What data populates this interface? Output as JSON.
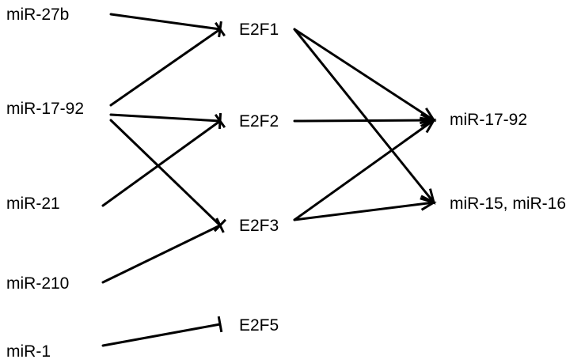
{
  "diagram": {
    "type": "regulatory-network",
    "colors": {
      "line": "#000000",
      "background": "#ffffff"
    },
    "nodes": [
      {
        "id": "mir27b",
        "label": "miR-27b"
      },
      {
        "id": "mir1792a",
        "label": "miR-17-92"
      },
      {
        "id": "mir21",
        "label": "miR-21"
      },
      {
        "id": "mir210",
        "label": "miR-210"
      },
      {
        "id": "mir1",
        "label": "miR-1"
      },
      {
        "id": "e2f1",
        "label": "E2F1"
      },
      {
        "id": "e2f2",
        "label": "E2F2"
      },
      {
        "id": "e2f3",
        "label": "E2F3"
      },
      {
        "id": "e2f5",
        "label": "E2F5"
      },
      {
        "id": "mir1792b",
        "label": "miR-17-92"
      },
      {
        "id": "mir1516",
        "label": "miR-15, miR-16"
      }
    ],
    "edges": [
      {
        "from": "mir27b",
        "to": "e2f1",
        "type": "inhibition"
      },
      {
        "from": "mir1792a",
        "to": "e2f1",
        "type": "inhibition"
      },
      {
        "from": "mir1792a",
        "to": "e2f2",
        "type": "inhibition"
      },
      {
        "from": "mir1792a",
        "to": "e2f3",
        "type": "inhibition"
      },
      {
        "from": "mir21",
        "to": "e2f2",
        "type": "inhibition"
      },
      {
        "from": "mir210",
        "to": "e2f3",
        "type": "inhibition"
      },
      {
        "from": "mir1",
        "to": "e2f5",
        "type": "inhibition"
      },
      {
        "from": "e2f1",
        "to": "mir1792b",
        "type": "activation"
      },
      {
        "from": "e2f1",
        "to": "mir1516",
        "type": "activation"
      },
      {
        "from": "e2f2",
        "to": "mir1792b",
        "type": "activation"
      },
      {
        "from": "e2f3",
        "to": "mir1792b",
        "type": "activation"
      },
      {
        "from": "e2f3",
        "to": "mir1516",
        "type": "activation"
      }
    ]
  }
}
